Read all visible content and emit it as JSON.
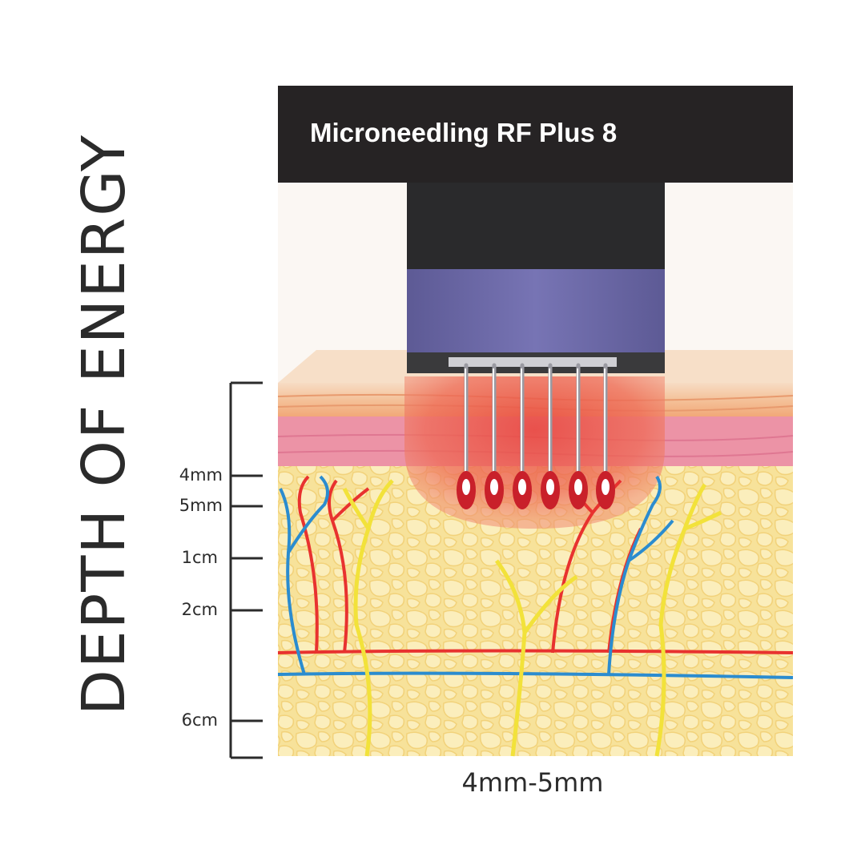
{
  "vertical_title": "DEPTH OF ENERGY",
  "header": {
    "title": "Microneedling RF Plus 8"
  },
  "depth_scale": {
    "ticks": [
      {
        "label": "4mm"
      },
      {
        "label": "5mm"
      },
      {
        "label": "1cm"
      },
      {
        "label": "2cm"
      },
      {
        "label": "6cm"
      }
    ]
  },
  "bottom_label": "4mm-5mm",
  "colors": {
    "header_bg": "#262324",
    "handpiece_dark": "#2a2a2c",
    "handpiece_purple": "#6b68a6",
    "epidermis": "#f3c39a",
    "dermis": "#ec93a6",
    "fat": "#f7e39a",
    "energy_red": "#e8453c",
    "artery": "#e8322f",
    "vein": "#2b8ccf",
    "nerve": "#f2e23a"
  },
  "icons": [
    "handpiece",
    "microneedle",
    "blood-vessel",
    "nerve"
  ]
}
